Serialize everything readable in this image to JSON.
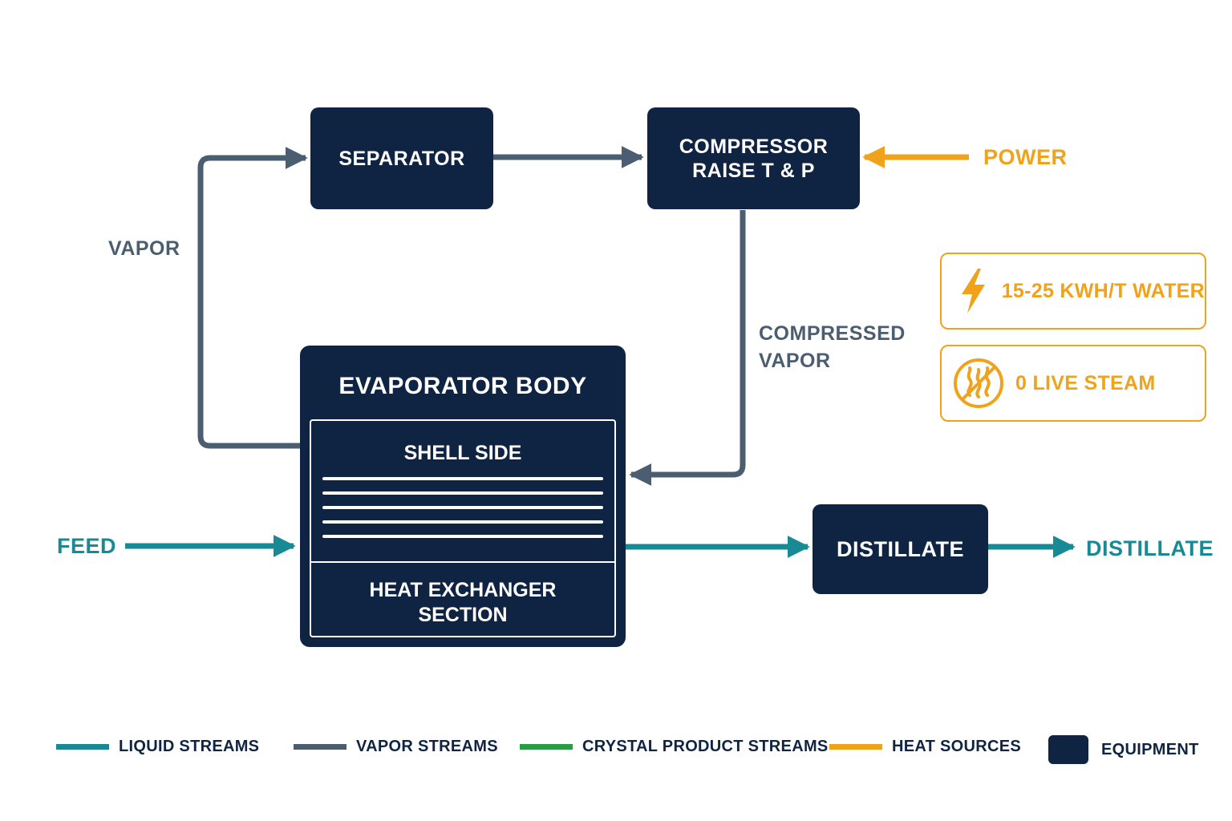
{
  "nodes": {
    "separator": "SEPARATOR",
    "compressor": [
      "COMPRESSOR",
      "RAISE T & P"
    ],
    "evaporator": {
      "title": "EVAPORATOR BODY",
      "shell": "SHELL SIDE",
      "hx": [
        "HEAT EXCHANGER",
        "SECTION"
      ]
    },
    "distillate_box": "DISTILLATE"
  },
  "labels": {
    "vapor": "VAPOR",
    "compressed_vapor": [
      "COMPRESSED",
      "VAPOR"
    ],
    "power": "POWER",
    "feed": "FEED",
    "distillate_out": "DISTILLATE"
  },
  "stats": {
    "energy": "15-25 KWH/T WATER",
    "steam": "0 LIVE STEAM"
  },
  "legend": [
    {
      "label": "LIQUID STREAMS",
      "color": "#178a96"
    },
    {
      "label": "VAPOR STREAMS",
      "color": "#4b5d70"
    },
    {
      "label": "CRYSTAL PRODUCT STREAMS",
      "color": "#2a9d43"
    },
    {
      "label": "HEAT SOURCES",
      "color": "#f0a21b"
    },
    {
      "label": "EQUIPMENT",
      "color": "#0f2443"
    }
  ],
  "colors": {
    "liquid": "#178a96",
    "vapor": "#4b5d70",
    "crystal": "#2a9d43",
    "heat": "#f0a21b",
    "equipment": "#0f2443"
  },
  "icons": {
    "energy": "lightning-bolt-icon",
    "steam": "no-steam-icon"
  }
}
